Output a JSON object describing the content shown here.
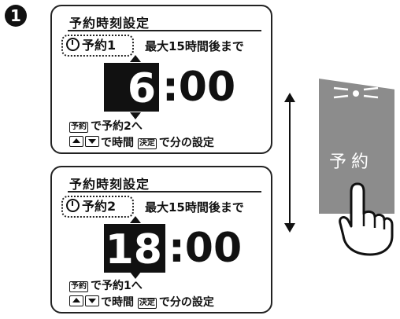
{
  "step_number": "1",
  "panels": [
    {
      "title": "予約時刻設定",
      "reservation": "予約1",
      "max_text": "最大15時間後まで",
      "hour": "6",
      "minutes": ":00",
      "key_reserve": "予約",
      "line1_text": "で予約2へ",
      "line2_time": "で時間",
      "key_confirm": "決定",
      "line2_minute": "で分の設定"
    },
    {
      "title": "予約時刻設定",
      "reservation": "予約2",
      "max_text": "最大15時間後まで",
      "hour": "18",
      "minutes": ":00",
      "key_reserve": "予約",
      "line1_text": "で予約1へ",
      "line2_time": "で時間",
      "key_confirm": "決定",
      "line2_minute": "で分の設定"
    }
  ],
  "button": {
    "label": "予約",
    "color": "#8c8c8c"
  }
}
